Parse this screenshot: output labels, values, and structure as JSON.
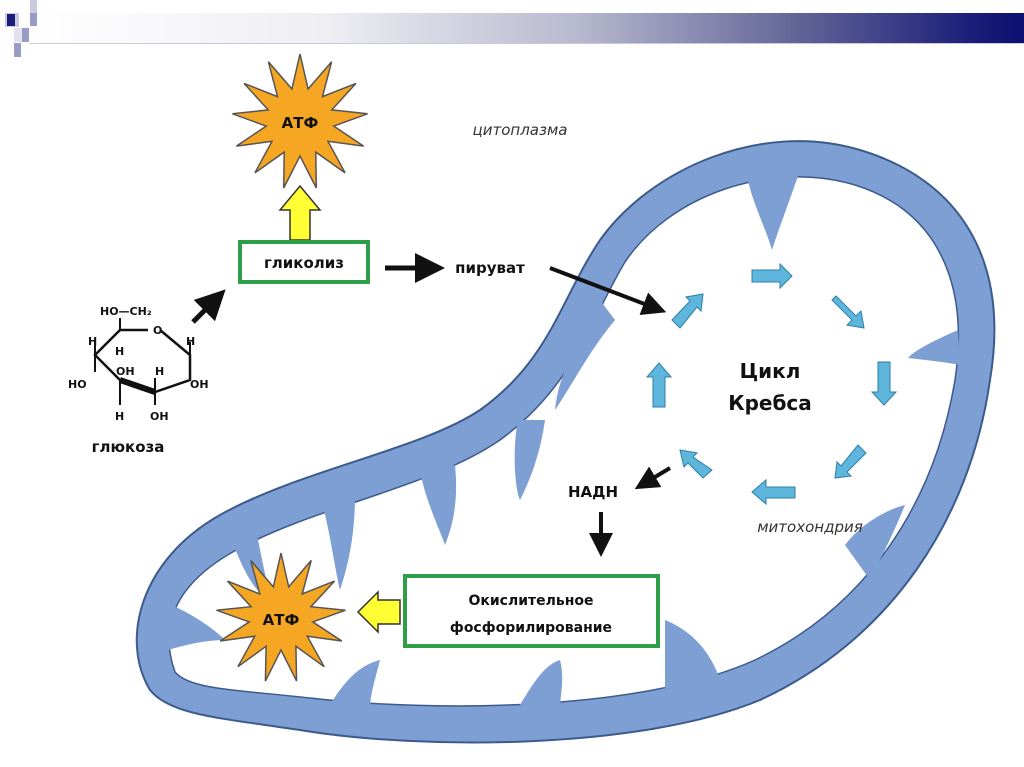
{
  "slide": {
    "header_colors": {
      "start": "#ffffff",
      "end": "#0b0f70",
      "squares": [
        "#1a1e78",
        "#9a9cc8",
        "#c9cae0"
      ]
    }
  },
  "diagram": {
    "labels": {
      "cytoplasm": "цитоплазма",
      "mitochondrion": "митохондрия",
      "glucose": "глюкоза",
      "glycolysis": "гликолиз",
      "pyruvate": "пируват",
      "krebs_line1": "Цикл",
      "krebs_line2": "Кребса",
      "nadh": "НАДН",
      "oxphos_line1": "Окислительное",
      "oxphos_line2": "фосфорилирование",
      "atp_top": "АТФ",
      "atp_bottom": "АТФ"
    },
    "glucose_formula": {
      "ch2_group": "HO—CH₂",
      "ring_o": "O",
      "atoms": [
        "H",
        "H",
        "H",
        "HO",
        "OH",
        "H",
        "OH",
        "H",
        "OH"
      ]
    },
    "colors": {
      "membrane": "#7d9fd4",
      "membrane_outline": "#3d5a8c",
      "process_box_border": "#2e9e49",
      "atp_fill": "#f5a623",
      "yield_arrow": "#ffff33",
      "cycle_arrow": "#5fb6dd",
      "text": "#111111"
    }
  }
}
